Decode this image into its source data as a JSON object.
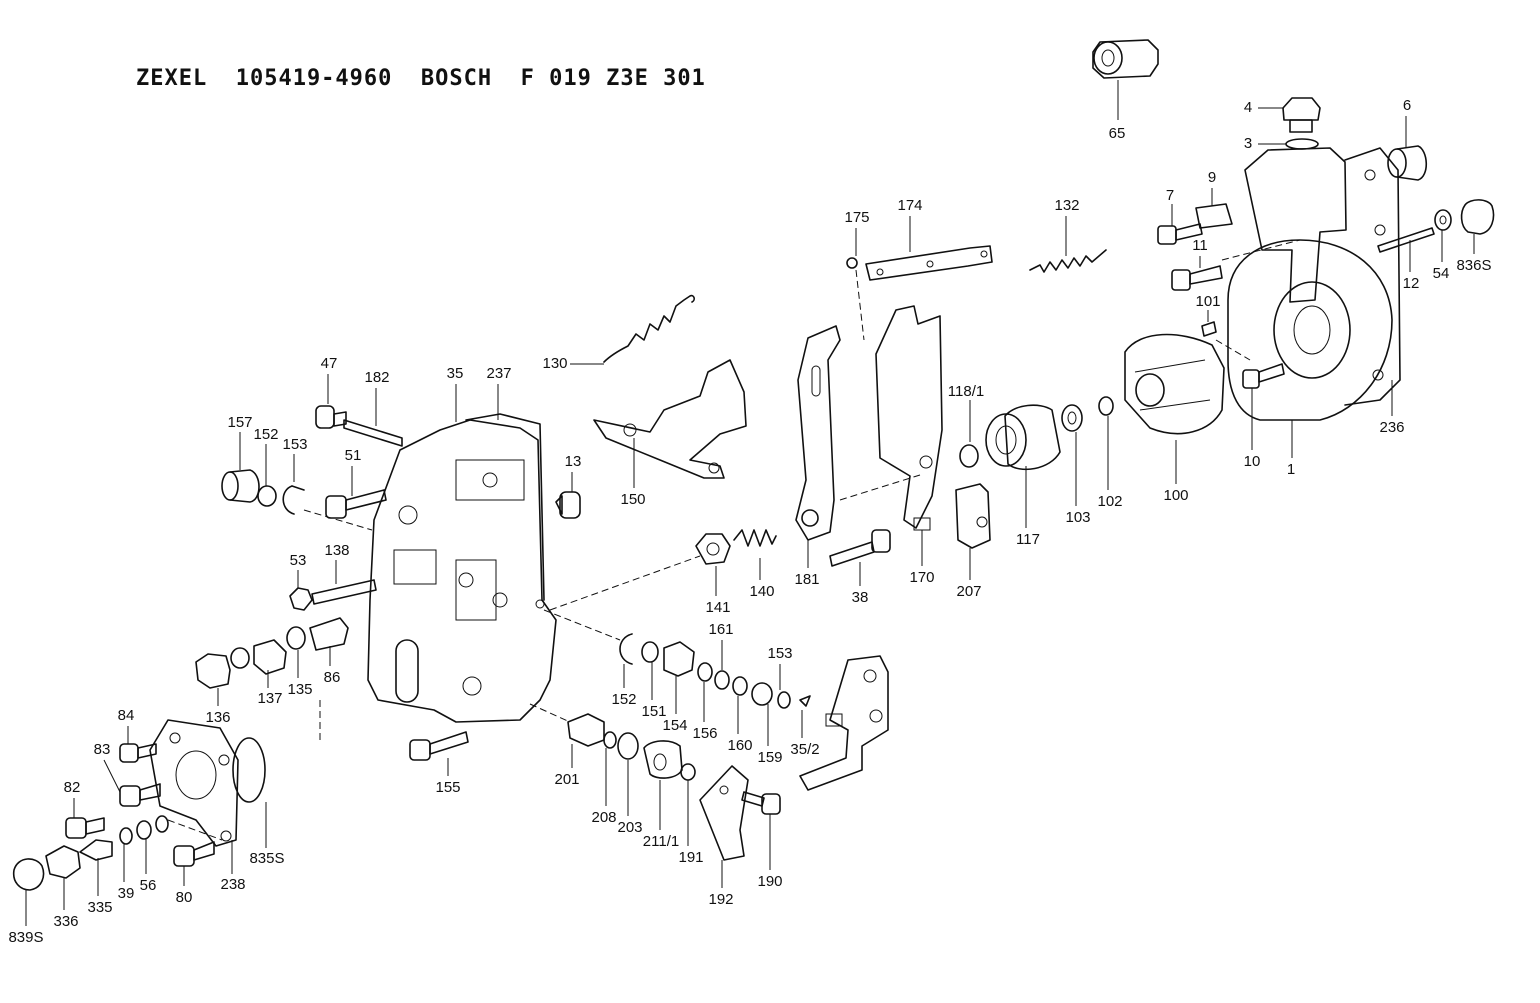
{
  "header": {
    "title": "ZEXEL  105419-4960  BOSCH  F 019 Z3E 301"
  },
  "callouts": [
    "65",
    "4",
    "3",
    "6",
    "7",
    "9",
    "11",
    "12",
    "54",
    "836S",
    "101",
    "236",
    "10",
    "1",
    "100",
    "102",
    "103",
    "117",
    "118/1",
    "175",
    "174",
    "132",
    "130",
    "150",
    "181",
    "140",
    "141",
    "170",
    "207",
    "38",
    "47",
    "182",
    "35",
    "237",
    "157",
    "152",
    "153",
    "51",
    "13",
    "53",
    "138",
    "136",
    "137",
    "135",
    "86",
    "84",
    "83",
    "82",
    "80",
    "238",
    "835S",
    "839S",
    "336",
    "335",
    "39",
    "56",
    "155",
    "161",
    "153",
    "152",
    "151",
    "154",
    "156",
    "160",
    "159",
    "35/2",
    "201",
    "208",
    "203",
    "211/1",
    "191",
    "192",
    "190"
  ]
}
